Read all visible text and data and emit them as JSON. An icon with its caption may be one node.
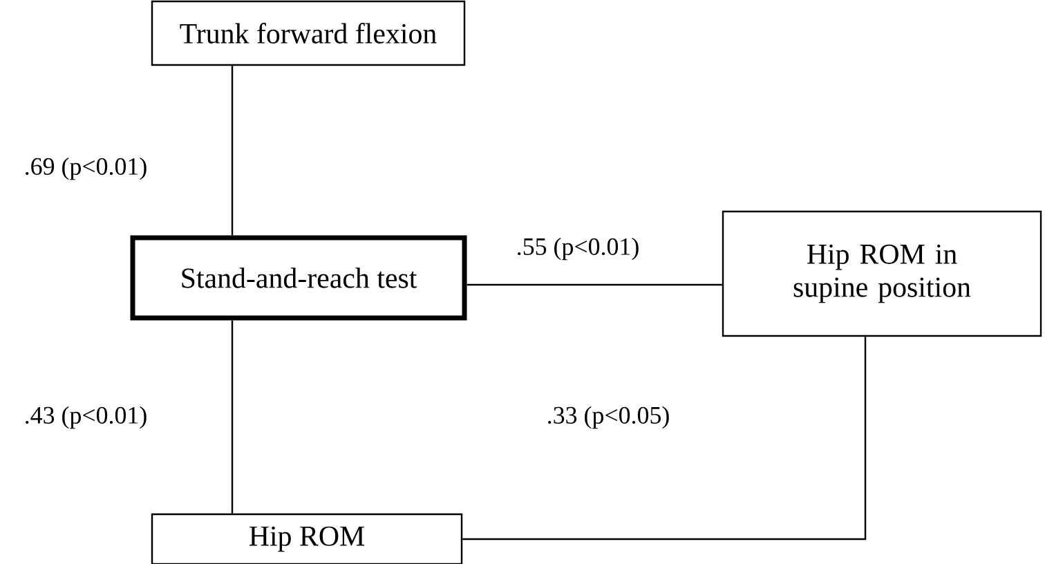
{
  "diagram": {
    "nodes": [
      {
        "text": [
          "Trunk forward flexion"
        ]
      },
      {
        "text": [
          "Stand-and-reach test"
        ]
      },
      {
        "text": [
          "Hip ROM in supine position"
        ]
      },
      {
        "text": [
          "Hip ROM"
        ]
      }
    ],
    "edges": [
      {
        "from": 0,
        "to": 1,
        "arrow": "none",
        "label": ".69 (p<0.01)"
      },
      {
        "from": 1,
        "to": 2,
        "arrow": "none",
        "label": ".55 (p<0.01)"
      },
      {
        "from": 1,
        "to": 3,
        "arrow": "none",
        "label": ".43 (p<0.01)"
      },
      {
        "from": 3,
        "to": 2,
        "arrow": "none",
        "label": ".33 (p<0.05)"
      }
    ]
  }
}
